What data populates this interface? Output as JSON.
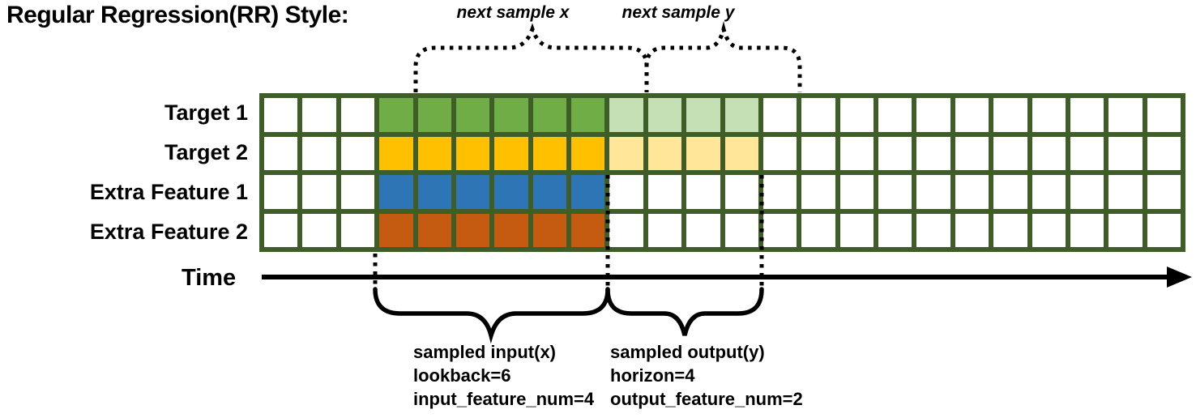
{
  "title": "Regular Regression(RR) Style:",
  "colors": {
    "background": "#FFFFFF",
    "grid_border": "#3F5E27",
    "cell_empty": "#FFFFFF",
    "annotation_black": "#000000"
  },
  "grid": {
    "columns": 24,
    "lookback": 6,
    "horizon": 4,
    "input_feature_num": 4,
    "output_feature_num": 2,
    "rows": [
      {
        "label": "Target 1",
        "input": {
          "start": 3,
          "end": 8,
          "color": "#70AD47"
        },
        "output": {
          "start": 9,
          "end": 12,
          "color": "#C5E0B4"
        }
      },
      {
        "label": "Target 2",
        "input": {
          "start": 3,
          "end": 8,
          "color": "#FFC000"
        },
        "output": {
          "start": 9,
          "end": 12,
          "color": "#FFE699"
        }
      },
      {
        "label": "Extra Feature 1",
        "input": {
          "start": 3,
          "end": 8,
          "color": "#2E75B6"
        },
        "output": null
      },
      {
        "label": "Extra Feature 2",
        "input": {
          "start": 3,
          "end": 8,
          "color": "#C55A11"
        },
        "output": null
      }
    ]
  },
  "annotations": {
    "next_sample_x": "next sample x",
    "next_sample_y": "next sample y",
    "time_label": "Time",
    "input_block": [
      "sampled input(x)",
      "lookback=6",
      "input_feature_num=4"
    ],
    "output_block": [
      "sampled output(y)",
      "horizon=4",
      "output_feature_num=2"
    ]
  }
}
